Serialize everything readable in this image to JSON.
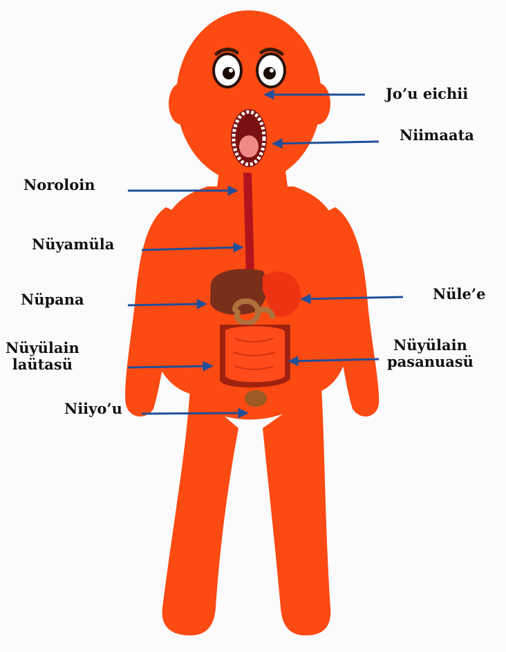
{
  "colors": {
    "body": "#fb4a12",
    "body_shadow": "#e63a08",
    "arrow": "#1f4f9a",
    "esophagus": "#b3141c",
    "liver": "#7a2f1a",
    "stomach": "#ee3312",
    "small_intestine": "#ff4a1a",
    "large_intestine": "#a0220e",
    "background": "#fbfbfb"
  },
  "labels": {
    "jo_u_eichii": "Jo’u eichii",
    "niimaata": "Niimaata",
    "noroloin": "Noroloin",
    "nuyamula": "Nüyamüla",
    "nupana": "Nüpana",
    "nule_e": "Nüle’e",
    "nuyulain_lautasu_line1": "Nüyülain",
    "nuyulain_lautasu_line2": "laütasü",
    "nuyulain_pasanuasu_line1": "Nüyülain",
    "nuyulain_pasanuasu_line2": "pasanuasü",
    "niiyo_u": "Niiyo’u"
  }
}
